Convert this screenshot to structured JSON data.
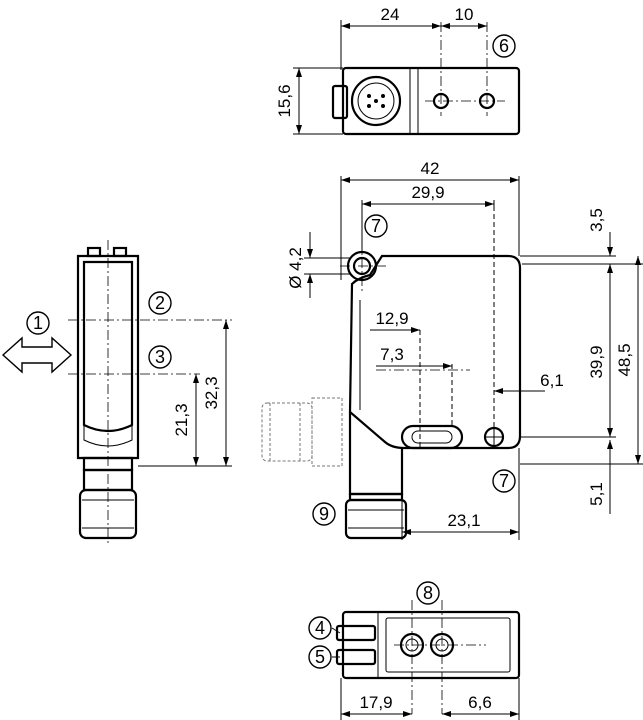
{
  "dimensions": {
    "top_width_24": "24",
    "top_width_10": "10",
    "top_height_15_6": "15,6",
    "front_width_42": "42",
    "front_width_29_9": "29,9",
    "front_3_5": "3,5",
    "front_hole_dia": "Ø 4,2",
    "front_12_9": "12,9",
    "front_7_3": "7,3",
    "front_6_1": "6,1",
    "front_39_9": "39,9",
    "front_48_5": "48,5",
    "front_5_1": "5,1",
    "front_23_1": "23,1",
    "side_21_3": "21,3",
    "side_32_3": "32,3",
    "bottom_17_9": "17,9",
    "bottom_6_6": "6,6"
  },
  "callouts": {
    "c1": "1",
    "c2": "2",
    "c3": "3",
    "c4": "4",
    "c5": "5",
    "c6": "6",
    "c7a": "7",
    "c7b": "7",
    "c8": "8",
    "c9": "9"
  }
}
